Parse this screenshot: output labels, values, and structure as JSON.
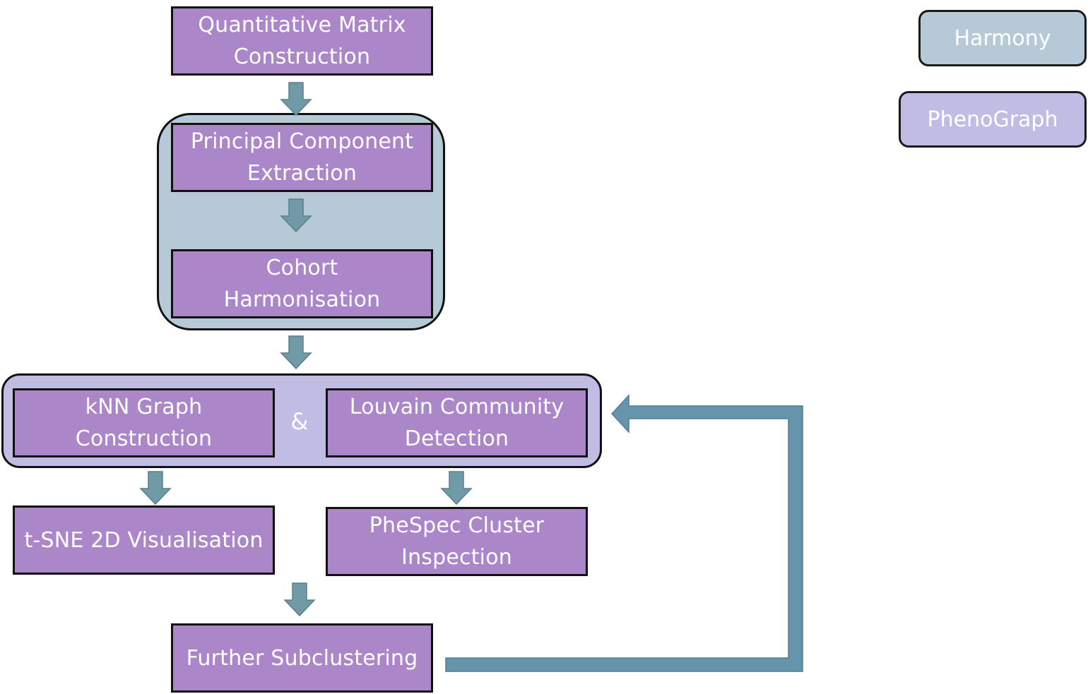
{
  "legend": {
    "harmony": "Harmony",
    "phenograph": "PhenoGraph"
  },
  "nodes": {
    "quant": [
      "Quantitative Matrix",
      "Construction"
    ],
    "pca": [
      "Principal Component",
      "Extraction"
    ],
    "cohort": [
      "Cohort",
      "Harmonisation"
    ],
    "knn": [
      "kNN Graph",
      "Construction"
    ],
    "louvain": [
      "Louvain Community",
      "Detection"
    ],
    "tsne": [
      "t-SNE 2D Visualisation"
    ],
    "phespec": [
      "PheSpec Cluster",
      "Inspection"
    ],
    "further": [
      "Further Subclustering"
    ]
  },
  "ampersand": "&",
  "colors": {
    "process_fill": "#ab86c8",
    "harmony_fill": "#b5cad6",
    "phenograph_fill": "#c0bce4",
    "arrow_fill": "#6f9aa6",
    "feedback_fill": "#6694ab",
    "border": "#111111",
    "text": "#ffffff"
  }
}
